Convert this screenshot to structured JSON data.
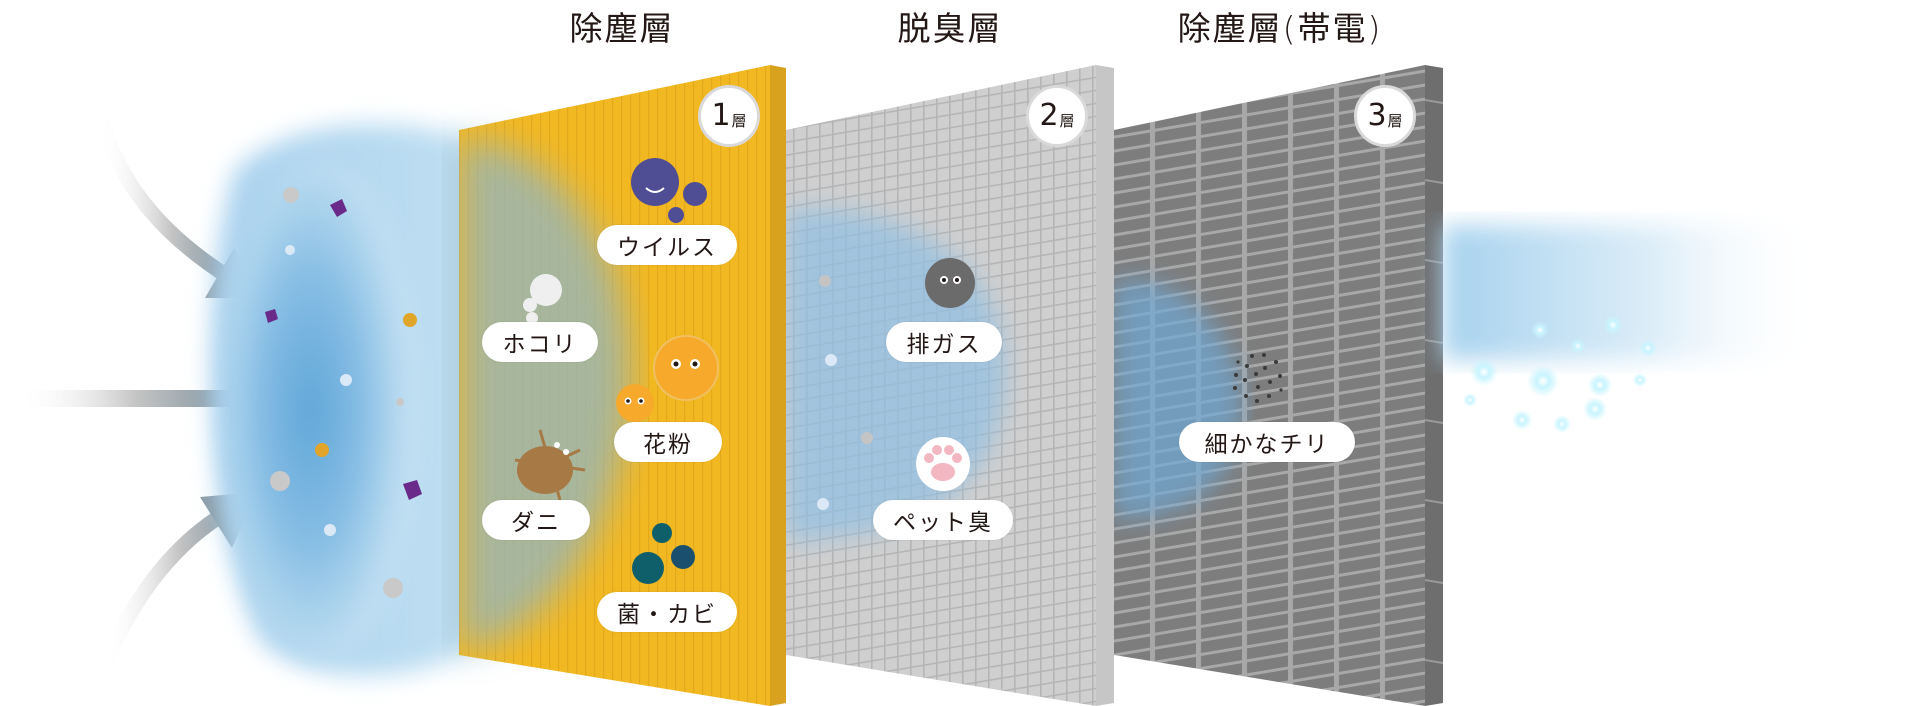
{
  "layers": [
    {
      "title": "除塵層",
      "badge_num": "1",
      "badge_unit": "層",
      "color": "#F2B822",
      "side_color": "#D9A21E",
      "targets": [
        "ウイルス",
        "ホコリ",
        "花粉",
        "ダニ",
        "菌・カビ"
      ]
    },
    {
      "title": "脱臭層",
      "badge_num": "2",
      "badge_unit": "層",
      "color": "#D4D4D4",
      "side_color": "#C4C4C4",
      "targets": [
        "排ガス",
        "ペット臭"
      ]
    },
    {
      "title": "除塵層(帯電)",
      "badge_num": "3",
      "badge_unit": "層",
      "color": "#7D7D7D",
      "side_color": "#6E6E6E",
      "targets": [
        "細かなチリ"
      ]
    }
  ],
  "icons": {
    "airflow": "airflow-arrow-icon",
    "virus": "virus-icon",
    "dust": "dust-cloud-icon",
    "pollen": "pollen-icon",
    "mite": "mite-icon",
    "mold": "mold-spore-icon",
    "exhaust": "exhaust-smoke-icon",
    "pet": "paw-icon",
    "fine_dust": "fine-particles-icon",
    "clean_air": "sparkle-icon"
  },
  "colors": {
    "air_blue": "#6FAEDC",
    "clean_air": "#BFE0F2",
    "label_bg": "#FFFFFF",
    "text": "#231815"
  }
}
